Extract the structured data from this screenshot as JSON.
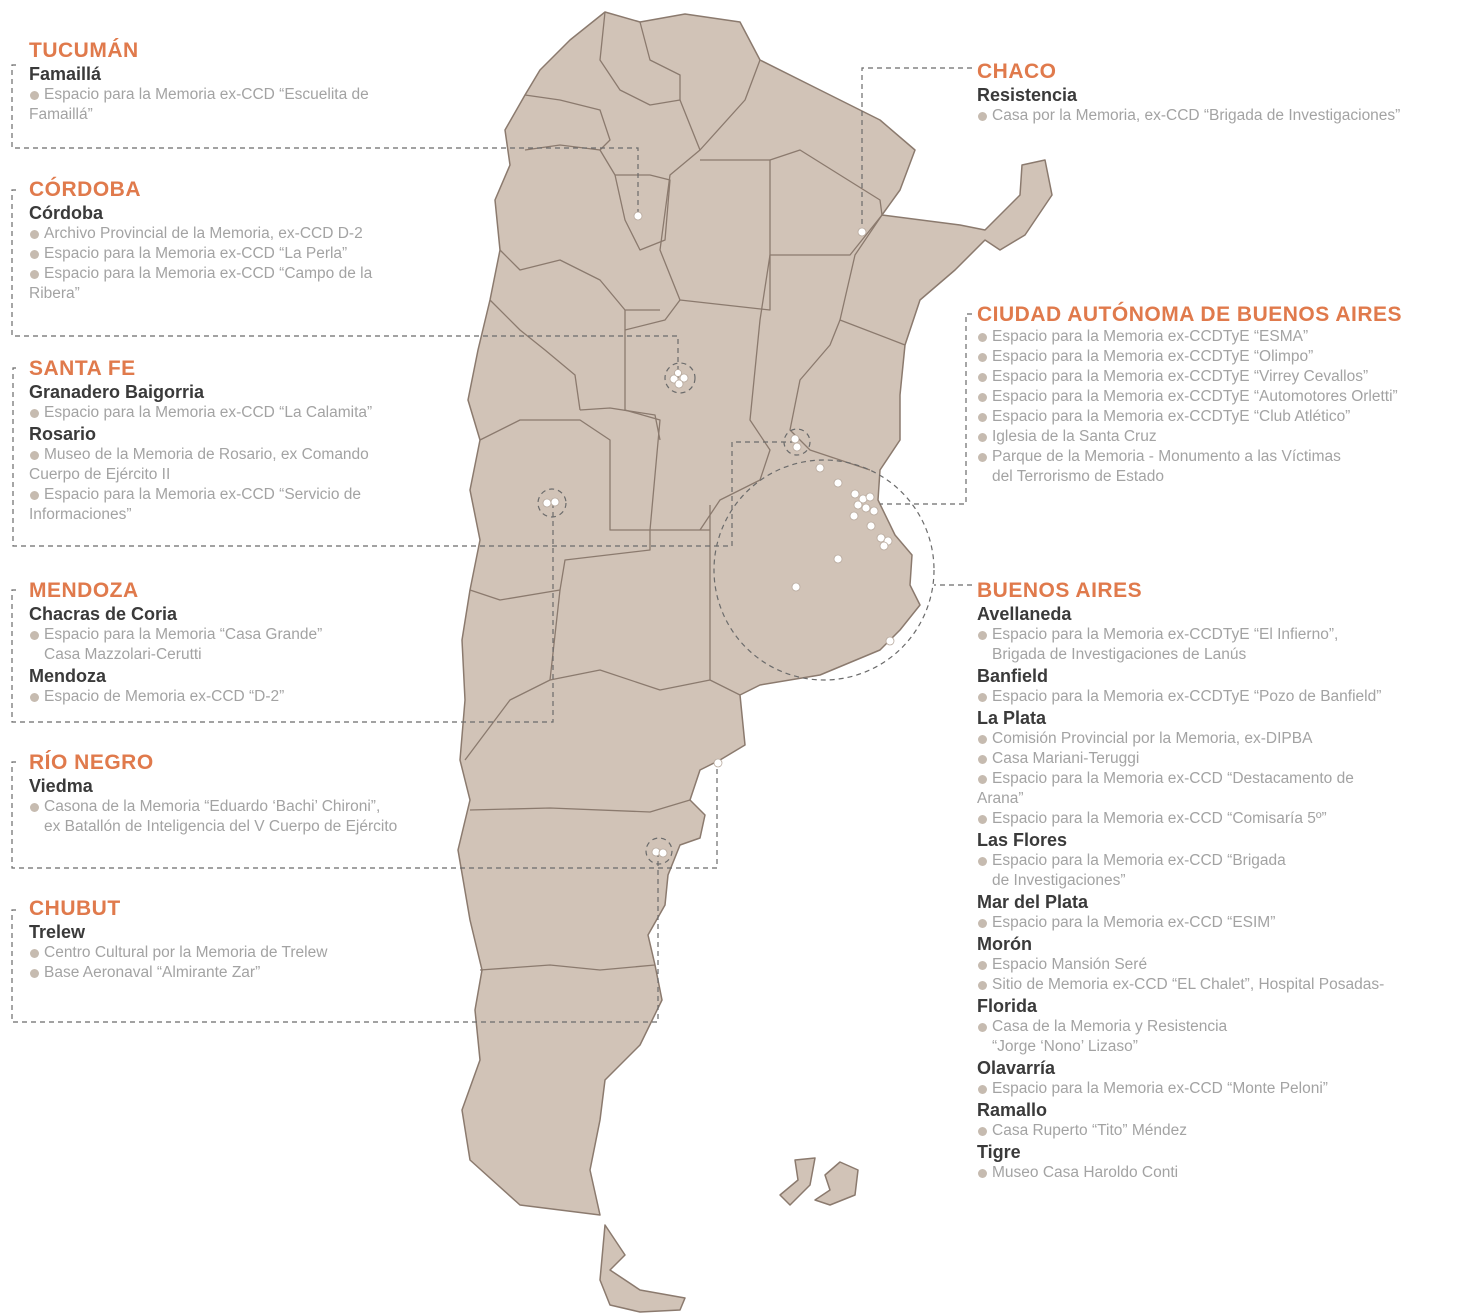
{
  "colors": {
    "land": "#d1c3b7",
    "border": "#8b7a6e",
    "province_title": "#e07a4c",
    "city": "#3a3a3a",
    "site": "#a3a3a3",
    "dot": "#ffffff",
    "leader": "#6b6b6b"
  },
  "left": [
    {
      "province": "TUCUMÁN",
      "cities": [
        {
          "name": "Famaillá",
          "sites": [
            [
              "Espacio para la Memoria ex-CCD “Escuelita de",
              "Famaillá”"
            ]
          ]
        }
      ]
    },
    {
      "province": "CÓRDOBA",
      "cities": [
        {
          "name": "Córdoba",
          "sites": [
            [
              "Archivo Provincial de la Memoria, ex-CCD D-2"
            ],
            [
              "Espacio para la Memoria ex-CCD “La Perla”"
            ],
            [
              "Espacio para la Memoria ex-CCD “Campo de la",
              "Ribera”"
            ]
          ]
        }
      ]
    },
    {
      "province": "SANTA FE",
      "cities": [
        {
          "name": "Granadero Baigorria",
          "sites": [
            [
              "Espacio para la Memoria ex-CCD “La Calamita”"
            ]
          ]
        },
        {
          "name": "Rosario",
          "sites": [
            [
              "Museo de la Memoria de Rosario, ex Comando",
              "Cuerpo de Ejército II"
            ],
            [
              "Espacio para la Memoria ex-CCD “Servicio de",
              "Informaciones”"
            ]
          ]
        }
      ]
    },
    {
      "province": "MENDOZA",
      "cities": [
        {
          "name": "Chacras de Coria",
          "sites": [
            [
              "Espacio para la Memoria “Casa Grande”",
              "Casa Mazzolari-Cerutti"
            ]
          ]
        },
        {
          "name": "Mendoza",
          "sites": [
            [
              "Espacio de Memoria ex-CCD “D-2”"
            ]
          ]
        }
      ]
    },
    {
      "province": "RÍO NEGRO",
      "cities": [
        {
          "name": "Viedma",
          "sites": [
            [
              "Casona de la Memoria “Eduardo ‘Bachi’ Chironi”,",
              "ex Batallón de Inteligencia del V Cuerpo de Ejército"
            ]
          ]
        }
      ]
    },
    {
      "province": "CHUBUT",
      "cities": [
        {
          "name": "Trelew",
          "sites": [
            [
              "Centro Cultural por la Memoria de Trelew"
            ],
            [
              "Base Aeronaval “Almirante Zar”"
            ]
          ]
        }
      ]
    }
  ],
  "right": [
    {
      "province": "CHACO",
      "cities": [
        {
          "name": "Resistencia",
          "sites": [
            [
              "Casa por la Memoria, ex-CCD “Brigada de Investigaciones”"
            ]
          ]
        }
      ]
    },
    {
      "province": "CIUDAD AUTÓNOMA DE BUENOS AIRES",
      "cities": [
        {
          "name": "",
          "sites": [
            [
              "Espacio para la Memoria ex-CCDTyE “ESMA”"
            ],
            [
              "Espacio para la Memoria ex-CCDTyE “Olimpo”"
            ],
            [
              "Espacio para la Memoria ex-CCDTyE “Virrey Cevallos”"
            ],
            [
              "Espacio para la Memoria ex-CCDTyE “Automotores Orletti”"
            ],
            [
              "Espacio para la Memoria ex-CCDTyE “Club Atlético”"
            ],
            [
              "Iglesia de la Santa Cruz"
            ],
            [
              "Parque de la Memoria - Monumento a las Víctimas",
              "del Terrorismo de Estado"
            ]
          ]
        }
      ]
    },
    {
      "province": "BUENOS AIRES",
      "cities": [
        {
          "name": "Avellaneda",
          "sites": [
            [
              "Espacio para la Memoria ex-CCDTyE “El Infierno”,",
              "Brigada de Investigaciones de Lanús"
            ]
          ]
        },
        {
          "name": "Banfield",
          "sites": [
            [
              "Espacio para la Memoria ex-CCDTyE “Pozo de Banfield”"
            ]
          ]
        },
        {
          "name": "La Plata",
          "sites": [
            [
              "Comisión Provincial por la Memoria, ex-DIPBA"
            ],
            [
              "Casa Mariani-Teruggi"
            ],
            [
              "Espacio para la Memoria ex-CCD “Destacamento de",
              "Arana”"
            ],
            [
              "Espacio para la Memoria ex-CCD “Comisaría 5º”"
            ]
          ]
        },
        {
          "name": "Las Flores",
          "sites": [
            [
              "Espacio para la Memoria  ex-CCD “Brigada",
              "de Investigaciones”"
            ]
          ]
        },
        {
          "name": "Mar del Plata",
          "sites": [
            [
              "Espacio para la Memoria ex-CCD “ESIM”"
            ]
          ]
        },
        {
          "name": "Morón",
          "sites": [
            [
              "Espacio Mansión Seré"
            ],
            [
              "Sitio de Memoria  ex-CCD “EL Chalet”, Hospital Posadas-"
            ]
          ]
        },
        {
          "name": "Florida",
          "sites": [
            [
              "Casa de la Memoria y Resistencia",
              "“Jorge ‘Nono’ Lizaso”"
            ]
          ]
        },
        {
          "name": "Olavarría",
          "sites": [
            [
              "Espacio para la Memoria ex-CCD “Monte Peloni”"
            ]
          ]
        },
        {
          "name": "Ramallo",
          "sites": [
            [
              "Casa Ruperto “Tito” Méndez"
            ]
          ]
        },
        {
          "name": "Tigre",
          "sites": [
            [
              "Museo Casa Haroldo Conti"
            ]
          ]
        }
      ]
    }
  ]
}
